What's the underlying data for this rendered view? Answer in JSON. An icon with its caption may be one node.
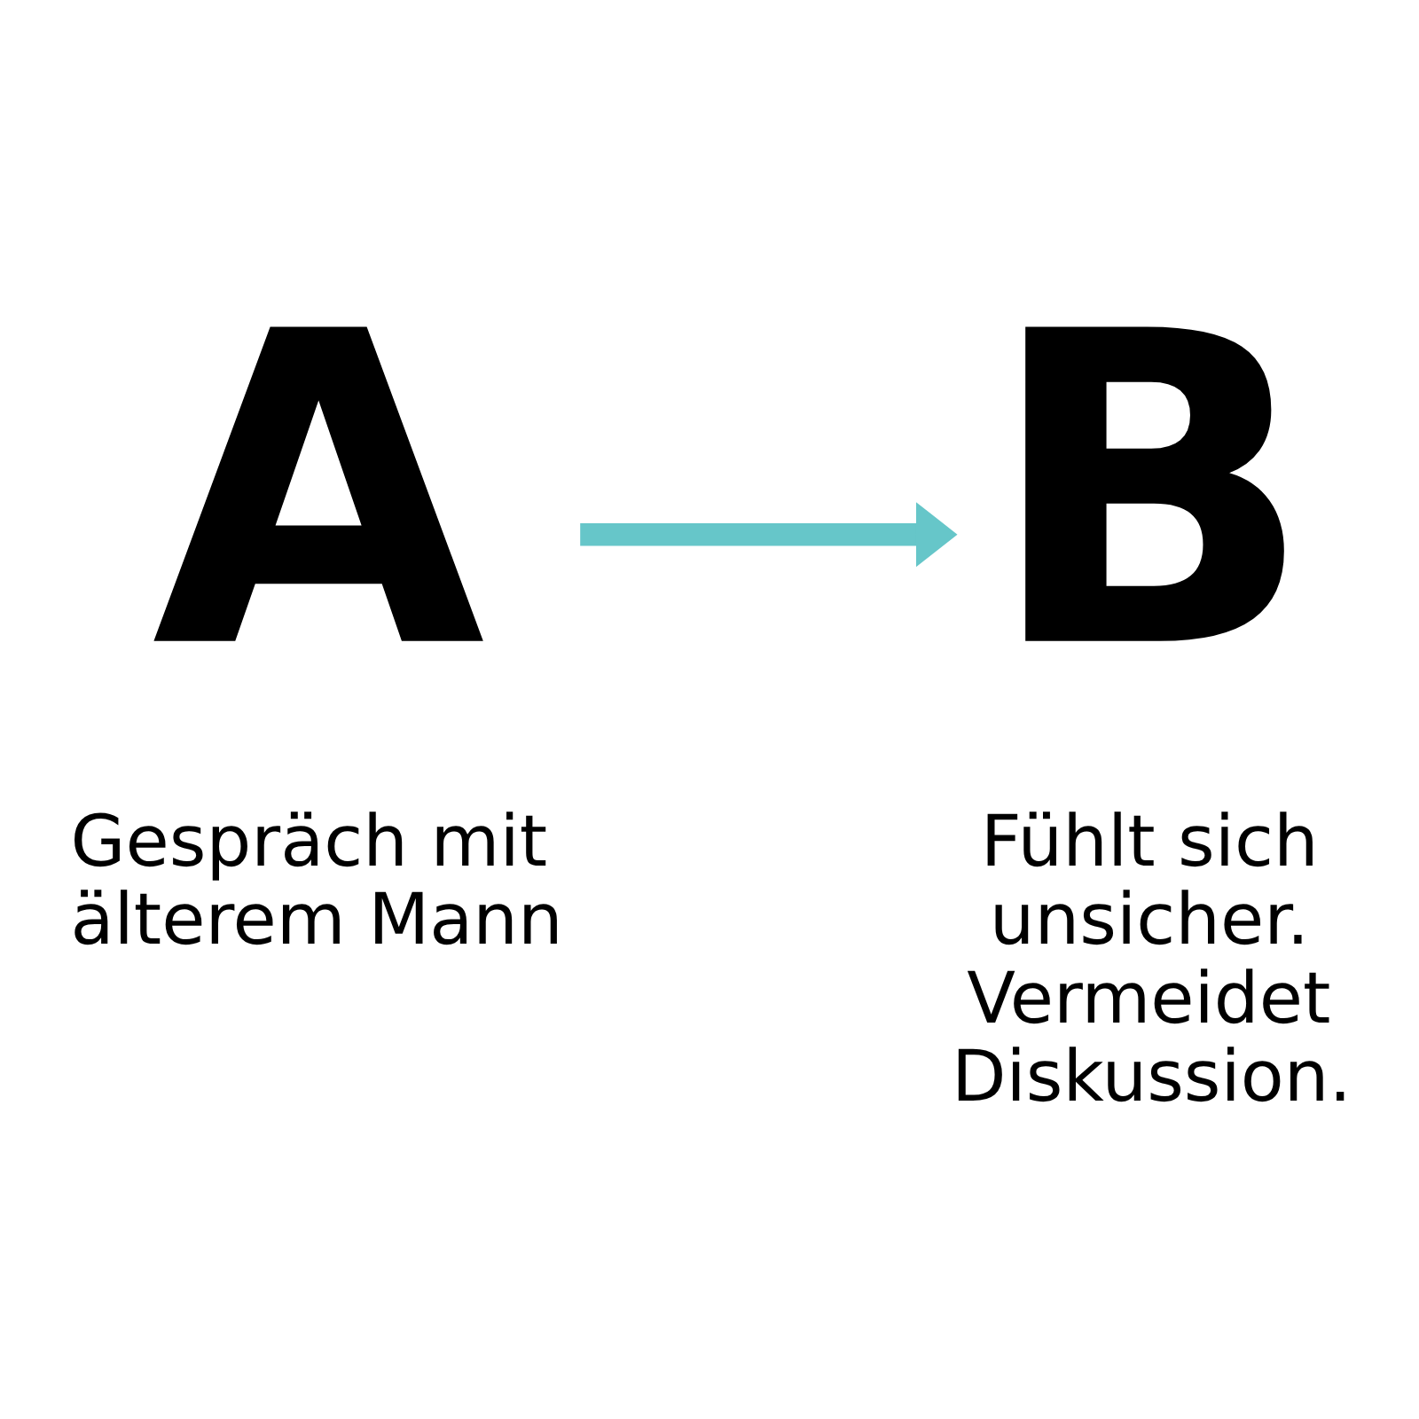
{
  "diagram": {
    "nodes": [
      {
        "text": [
          "A"
        ],
        "beside": [
          "Gespräch mit älterem Mann"
        ]
      },
      {
        "text": [
          "B"
        ],
        "beside": [
          "Fühlt sich unsicher. Vermeidet Diskussion."
        ]
      }
    ],
    "edges": [
      {
        "from": 0,
        "to": 1,
        "arrow": "to",
        "color": "#66c6c9"
      }
    ]
  }
}
